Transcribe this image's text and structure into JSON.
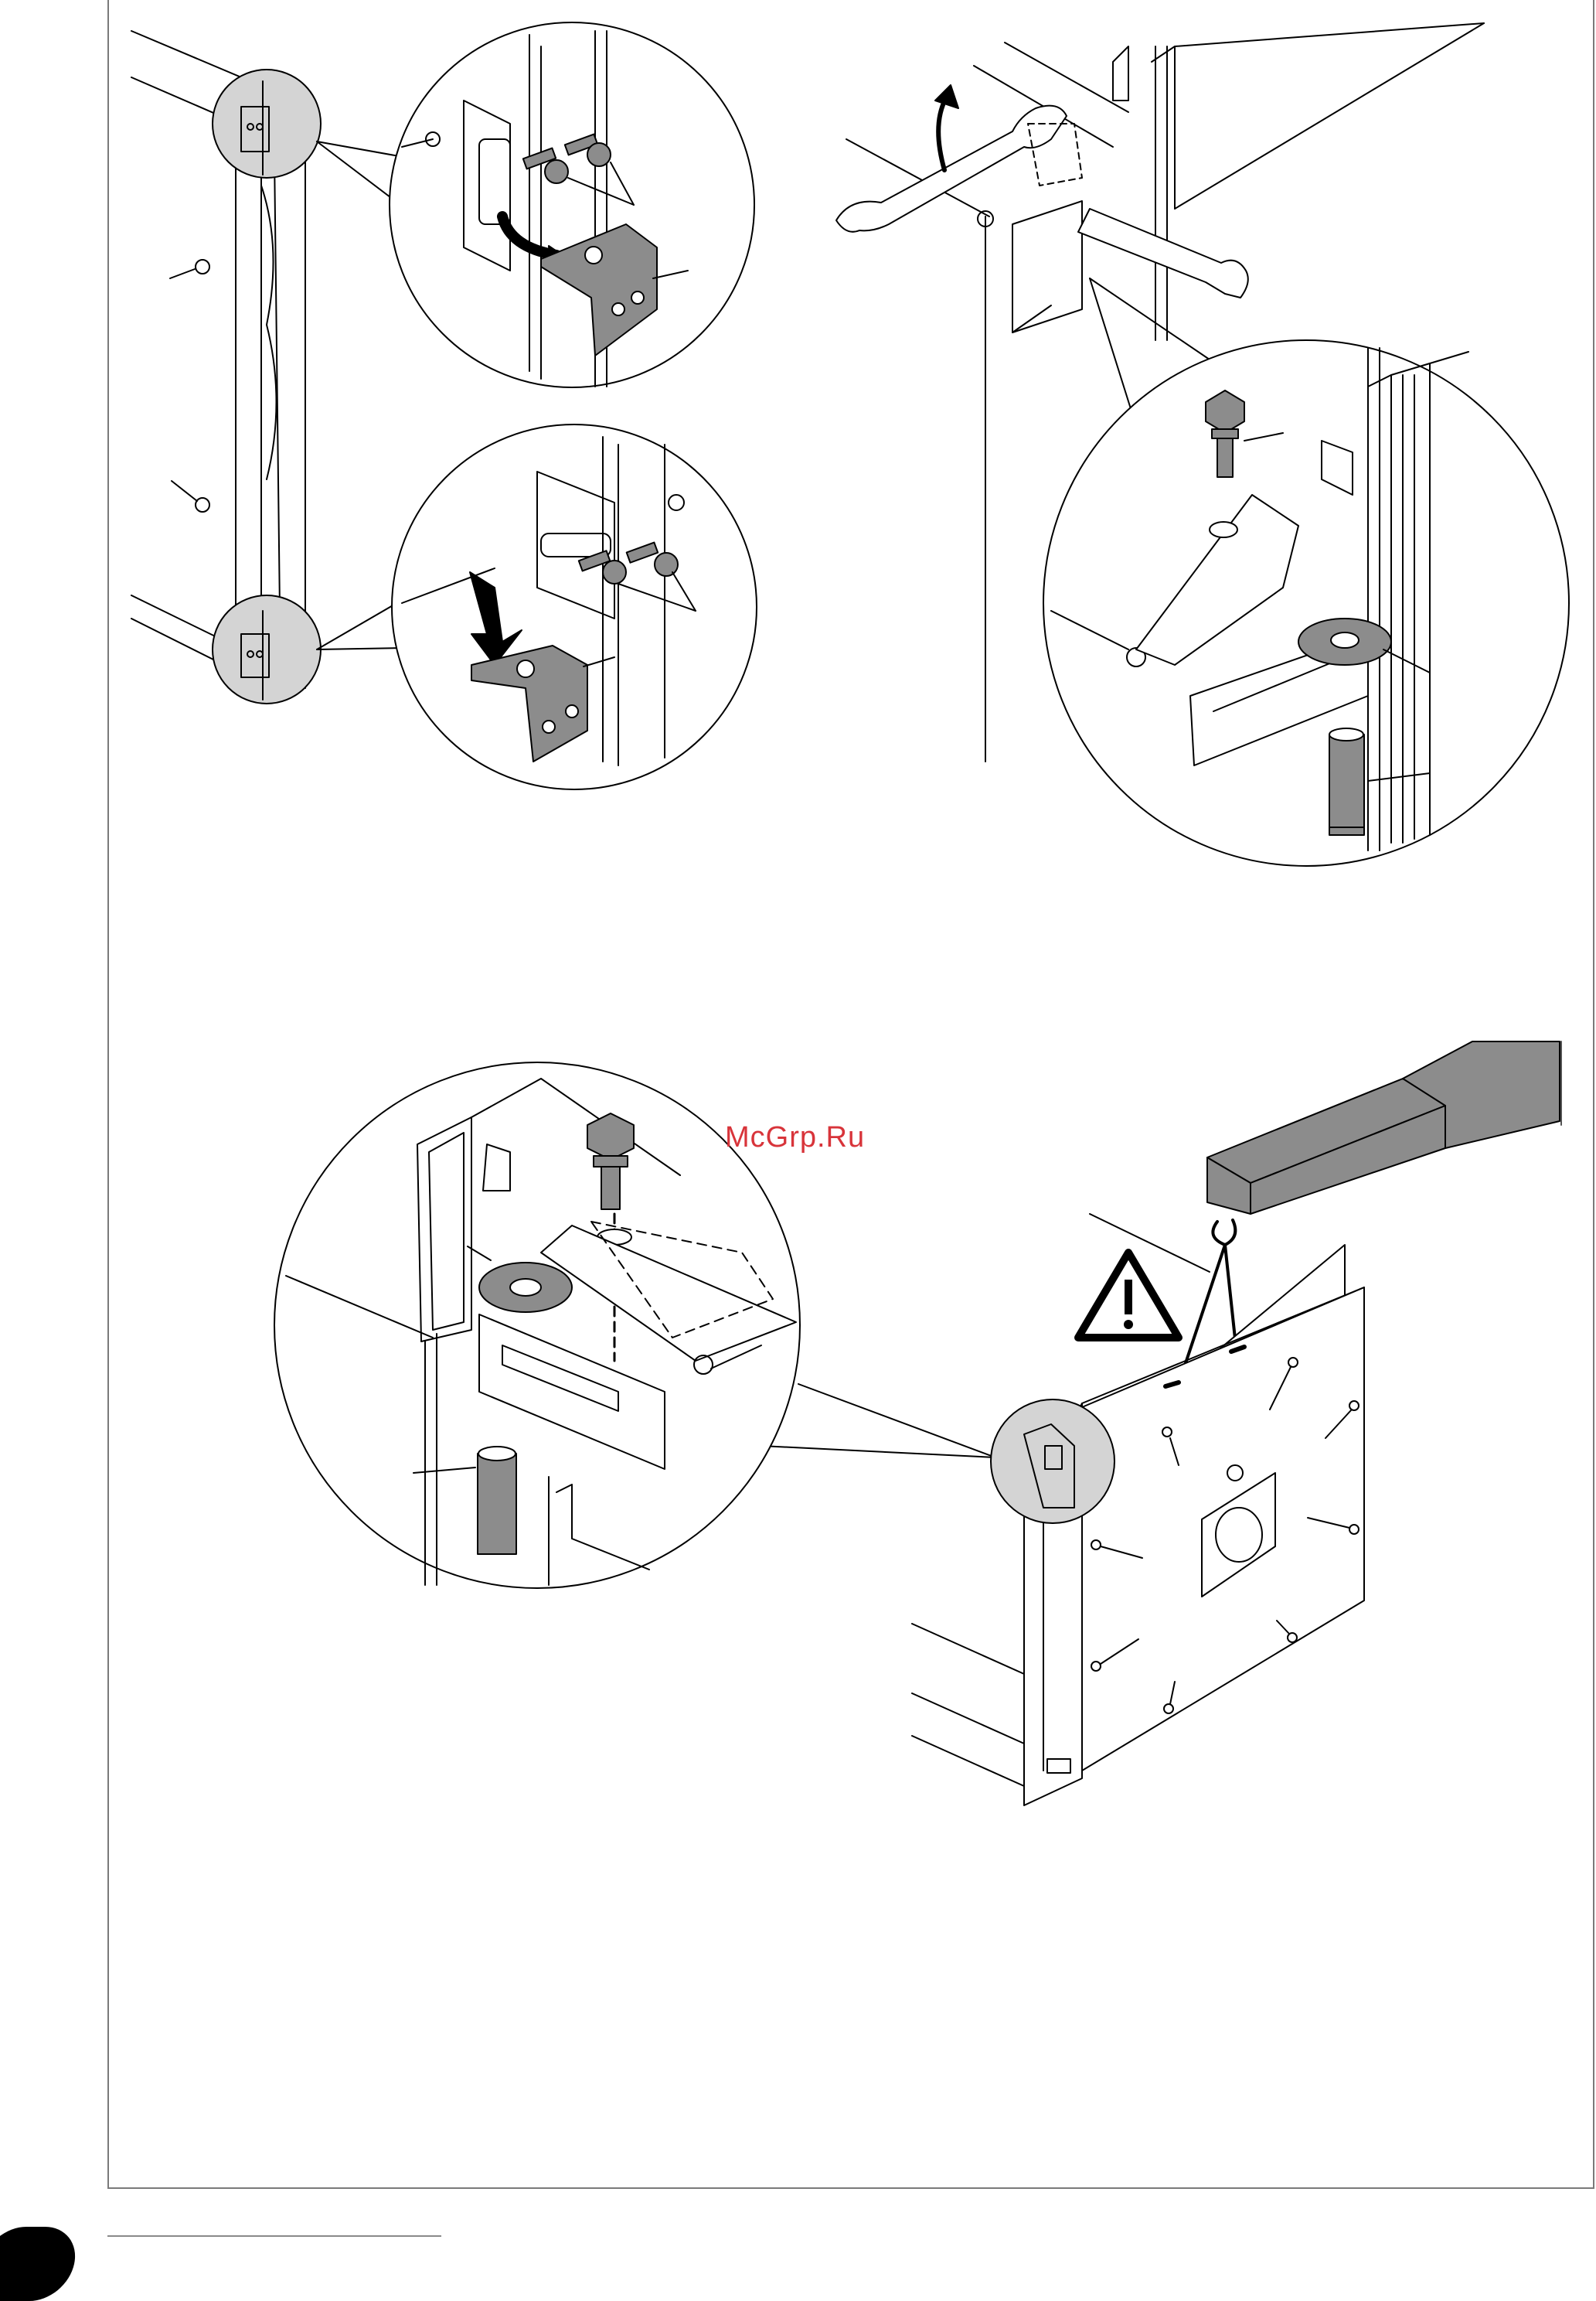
{
  "watermark": {
    "text": "McGrp.Ru",
    "color": "#d8343a"
  },
  "colors": {
    "line": "#000000",
    "callout_fill": "#d4d4d4",
    "part_fill": "#8c8c8c",
    "frame": "#7a7a7a"
  },
  "panels": [
    {
      "name": "bracket-removal-upper",
      "icon": "bolt-bracket"
    },
    {
      "name": "bracket-removal-lower",
      "icon": "bolt-bracket"
    },
    {
      "name": "wrench-tighten",
      "icon": "wrench"
    },
    {
      "name": "leveling-foot-detail",
      "icon": "bolt-washer-foot"
    },
    {
      "name": "crane-lift",
      "icon": "warning-triangle"
    }
  ]
}
